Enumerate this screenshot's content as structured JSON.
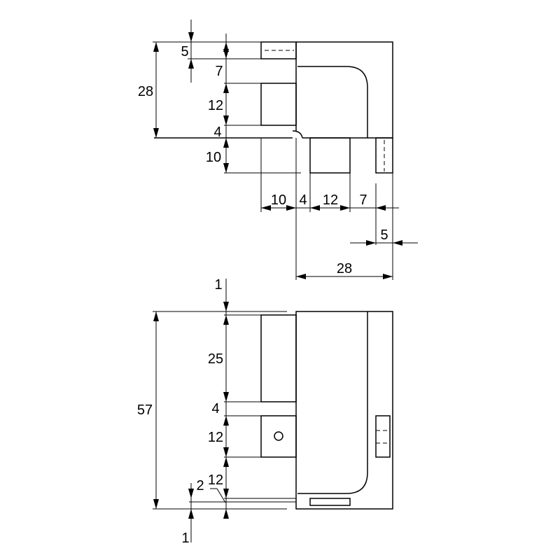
{
  "top_view": {
    "dims": {
      "overall_height": "28",
      "top_gap": "5",
      "slot_a": "7",
      "square_a": "12",
      "gap_a": "4",
      "lower_depth": "10",
      "horiz_a": "10",
      "horiz_b": "4",
      "horiz_c": "12",
      "horiz_d": "7",
      "right_tab": "5",
      "overall_width": "28"
    }
  },
  "front_view": {
    "dims": {
      "top_offset": "1",
      "upper_block": "25",
      "gap": "4",
      "square": "12",
      "lower_gap": "12",
      "slot": "2",
      "overall_height": "57",
      "bottom_offset": "1"
    }
  }
}
